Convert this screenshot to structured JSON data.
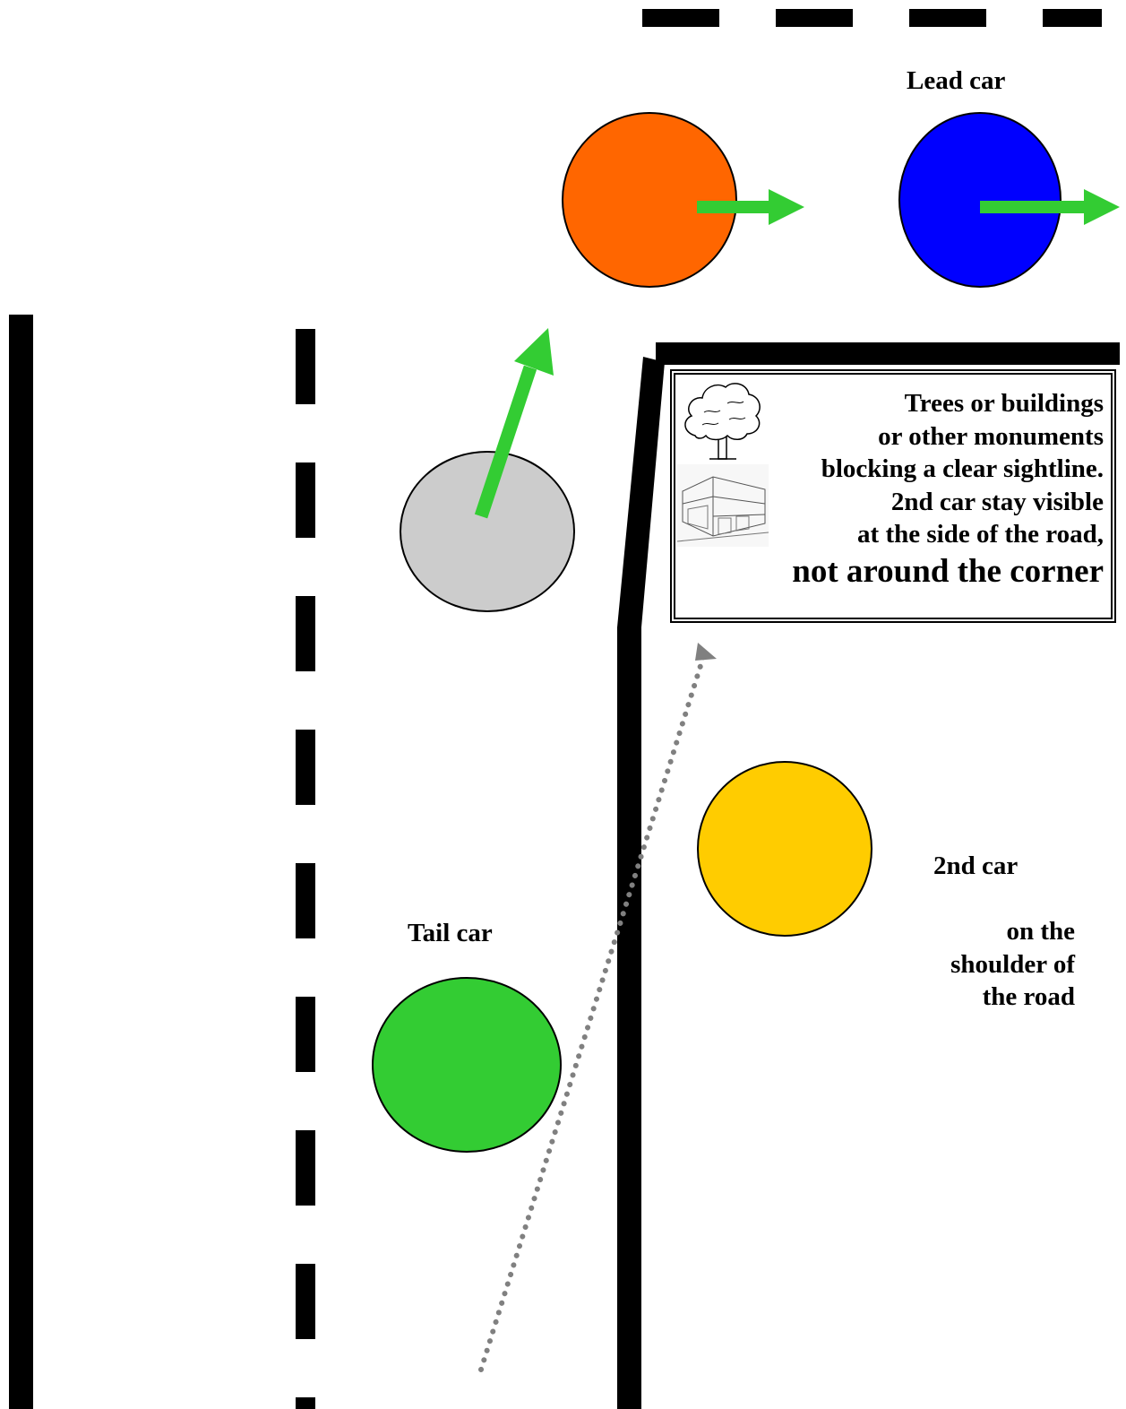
{
  "labels": {
    "lead_car": "Lead car",
    "tail_car": "Tail car",
    "second_car": "2nd car",
    "shoulder": [
      "on the",
      "shoulder of",
      "the road"
    ]
  },
  "callout": {
    "lines": [
      "Trees or buildings",
      "or other monuments",
      "blocking a clear sightline.",
      "2nd car stay visible",
      "at the side of the road,"
    ],
    "emphasis": "not around the corner",
    "pictures": [
      "tree-sketch",
      "building-sketch"
    ]
  },
  "cars": [
    {
      "role": "lead-car",
      "color": "#0000ff",
      "heading": "right"
    },
    {
      "role": "third-car",
      "color": "#ff6600",
      "heading": "right"
    },
    {
      "role": "fourth-car",
      "color": "#cccccc",
      "heading": "up-right"
    },
    {
      "role": "second-car",
      "color": "#ffcc00",
      "heading": "none"
    },
    {
      "role": "tail-car",
      "color": "#33cc33",
      "heading": "none"
    }
  ],
  "colors": {
    "arrow": "#33cc33",
    "sightline": "#808080",
    "road": "#000000"
  }
}
